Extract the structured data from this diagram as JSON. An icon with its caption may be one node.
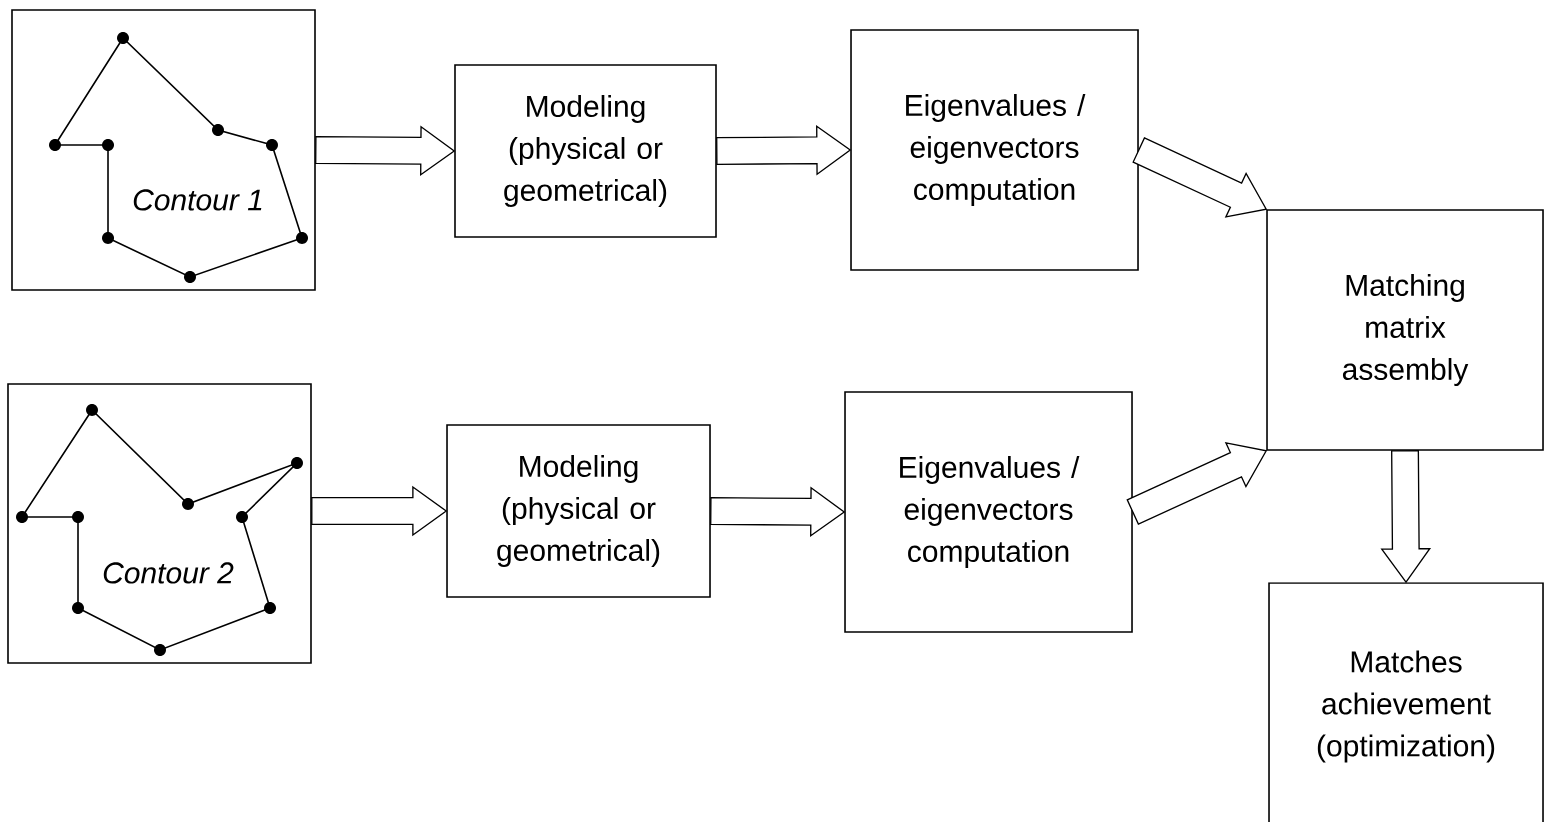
{
  "diagram": {
    "nodes": [
      {
        "text": [
          "Contour 1"
        ]
      },
      {
        "text": [
          "Modeling (physical or geometrical)"
        ]
      },
      {
        "text": [
          "Eigenvalues / eigenvectors computation"
        ]
      },
      {
        "text": [
          "Contour 2"
        ]
      },
      {
        "text": [
          "Modeling (physical or geometrical)"
        ]
      },
      {
        "text": [
          "Eigenvalues / eigenvectors computation"
        ]
      },
      {
        "text": [
          "Matching matrix assembly"
        ]
      },
      {
        "text": [
          "Matches achievement (optimization)"
        ]
      }
    ],
    "edges": [
      {
        "from": 0,
        "to": 1,
        "arrow": "to"
      },
      {
        "from": 1,
        "to": 2,
        "arrow": "to"
      },
      {
        "from": 2,
        "to": 6,
        "arrow": "to"
      },
      {
        "from": 3,
        "to": 4,
        "arrow": "to"
      },
      {
        "from": 4,
        "to": 5,
        "arrow": "to"
      },
      {
        "from": 5,
        "to": 6,
        "arrow": "to"
      },
      {
        "from": 6,
        "to": 7,
        "arrow": "to"
      }
    ]
  }
}
